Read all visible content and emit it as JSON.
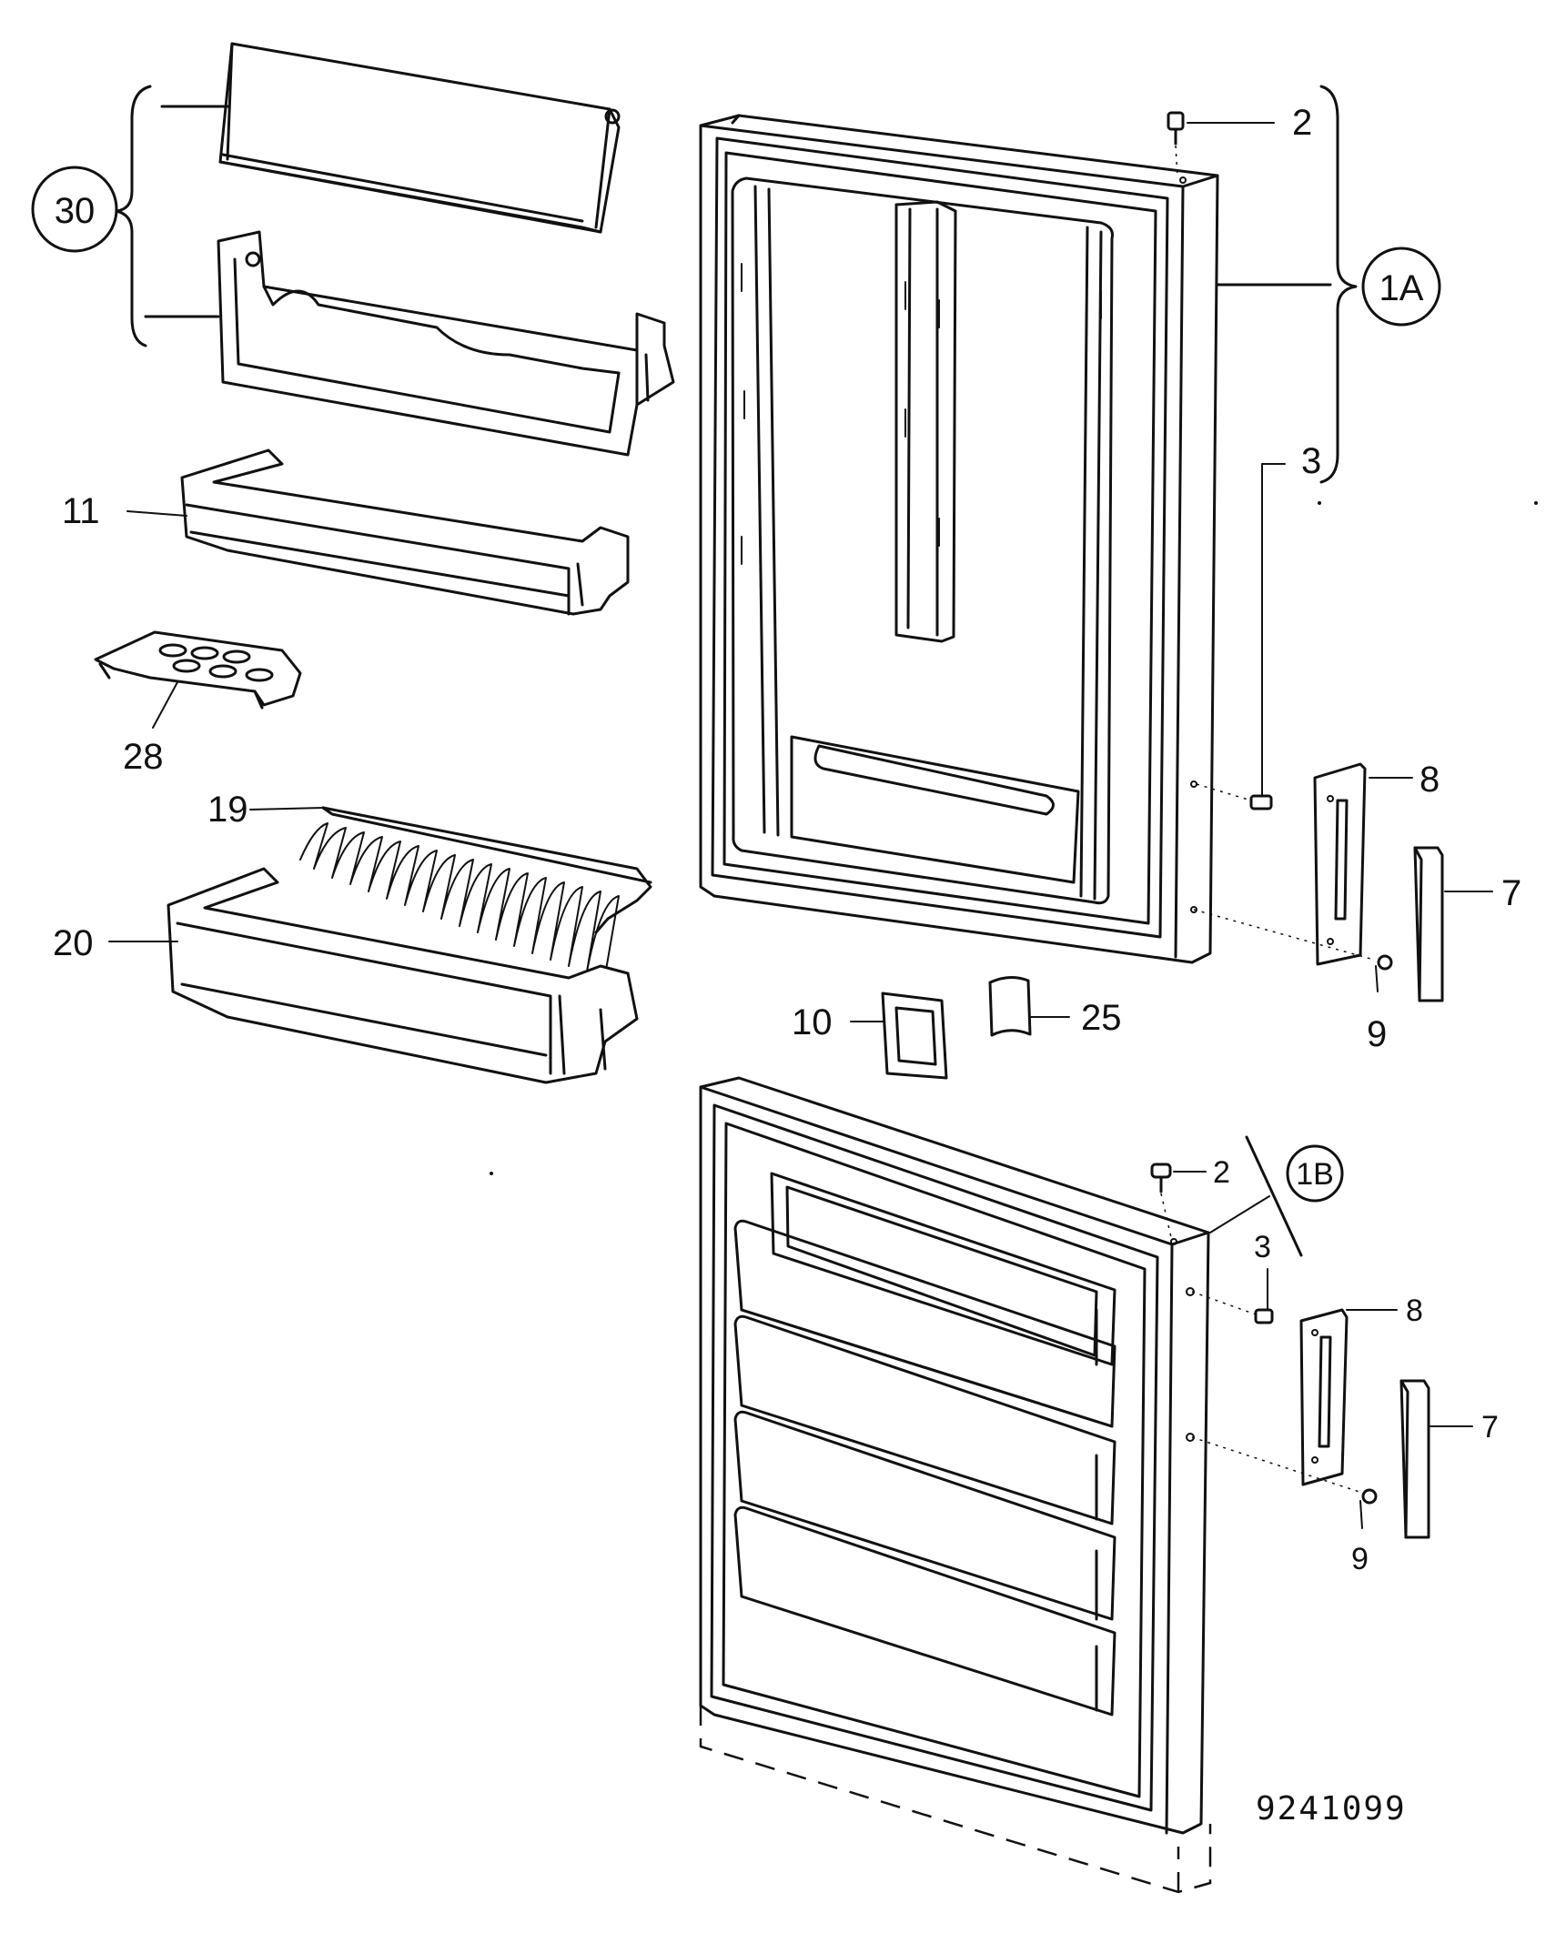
{
  "callouts": {
    "c30": "30",
    "c11": "11",
    "c28": "28",
    "c19": "19",
    "c20": "20",
    "c2_top": "2",
    "c1A": "1A",
    "c3_top": "3",
    "c8_top": "8",
    "c7_top": "7",
    "c9_top": "9",
    "c10": "10",
    "c25": "25",
    "c2_bot": "2",
    "c1B": "1B",
    "c3_bot": "3",
    "c8_bot": "8",
    "c7_bot": "7",
    "c9_bot": "9"
  },
  "drawing_number": "9241099"
}
